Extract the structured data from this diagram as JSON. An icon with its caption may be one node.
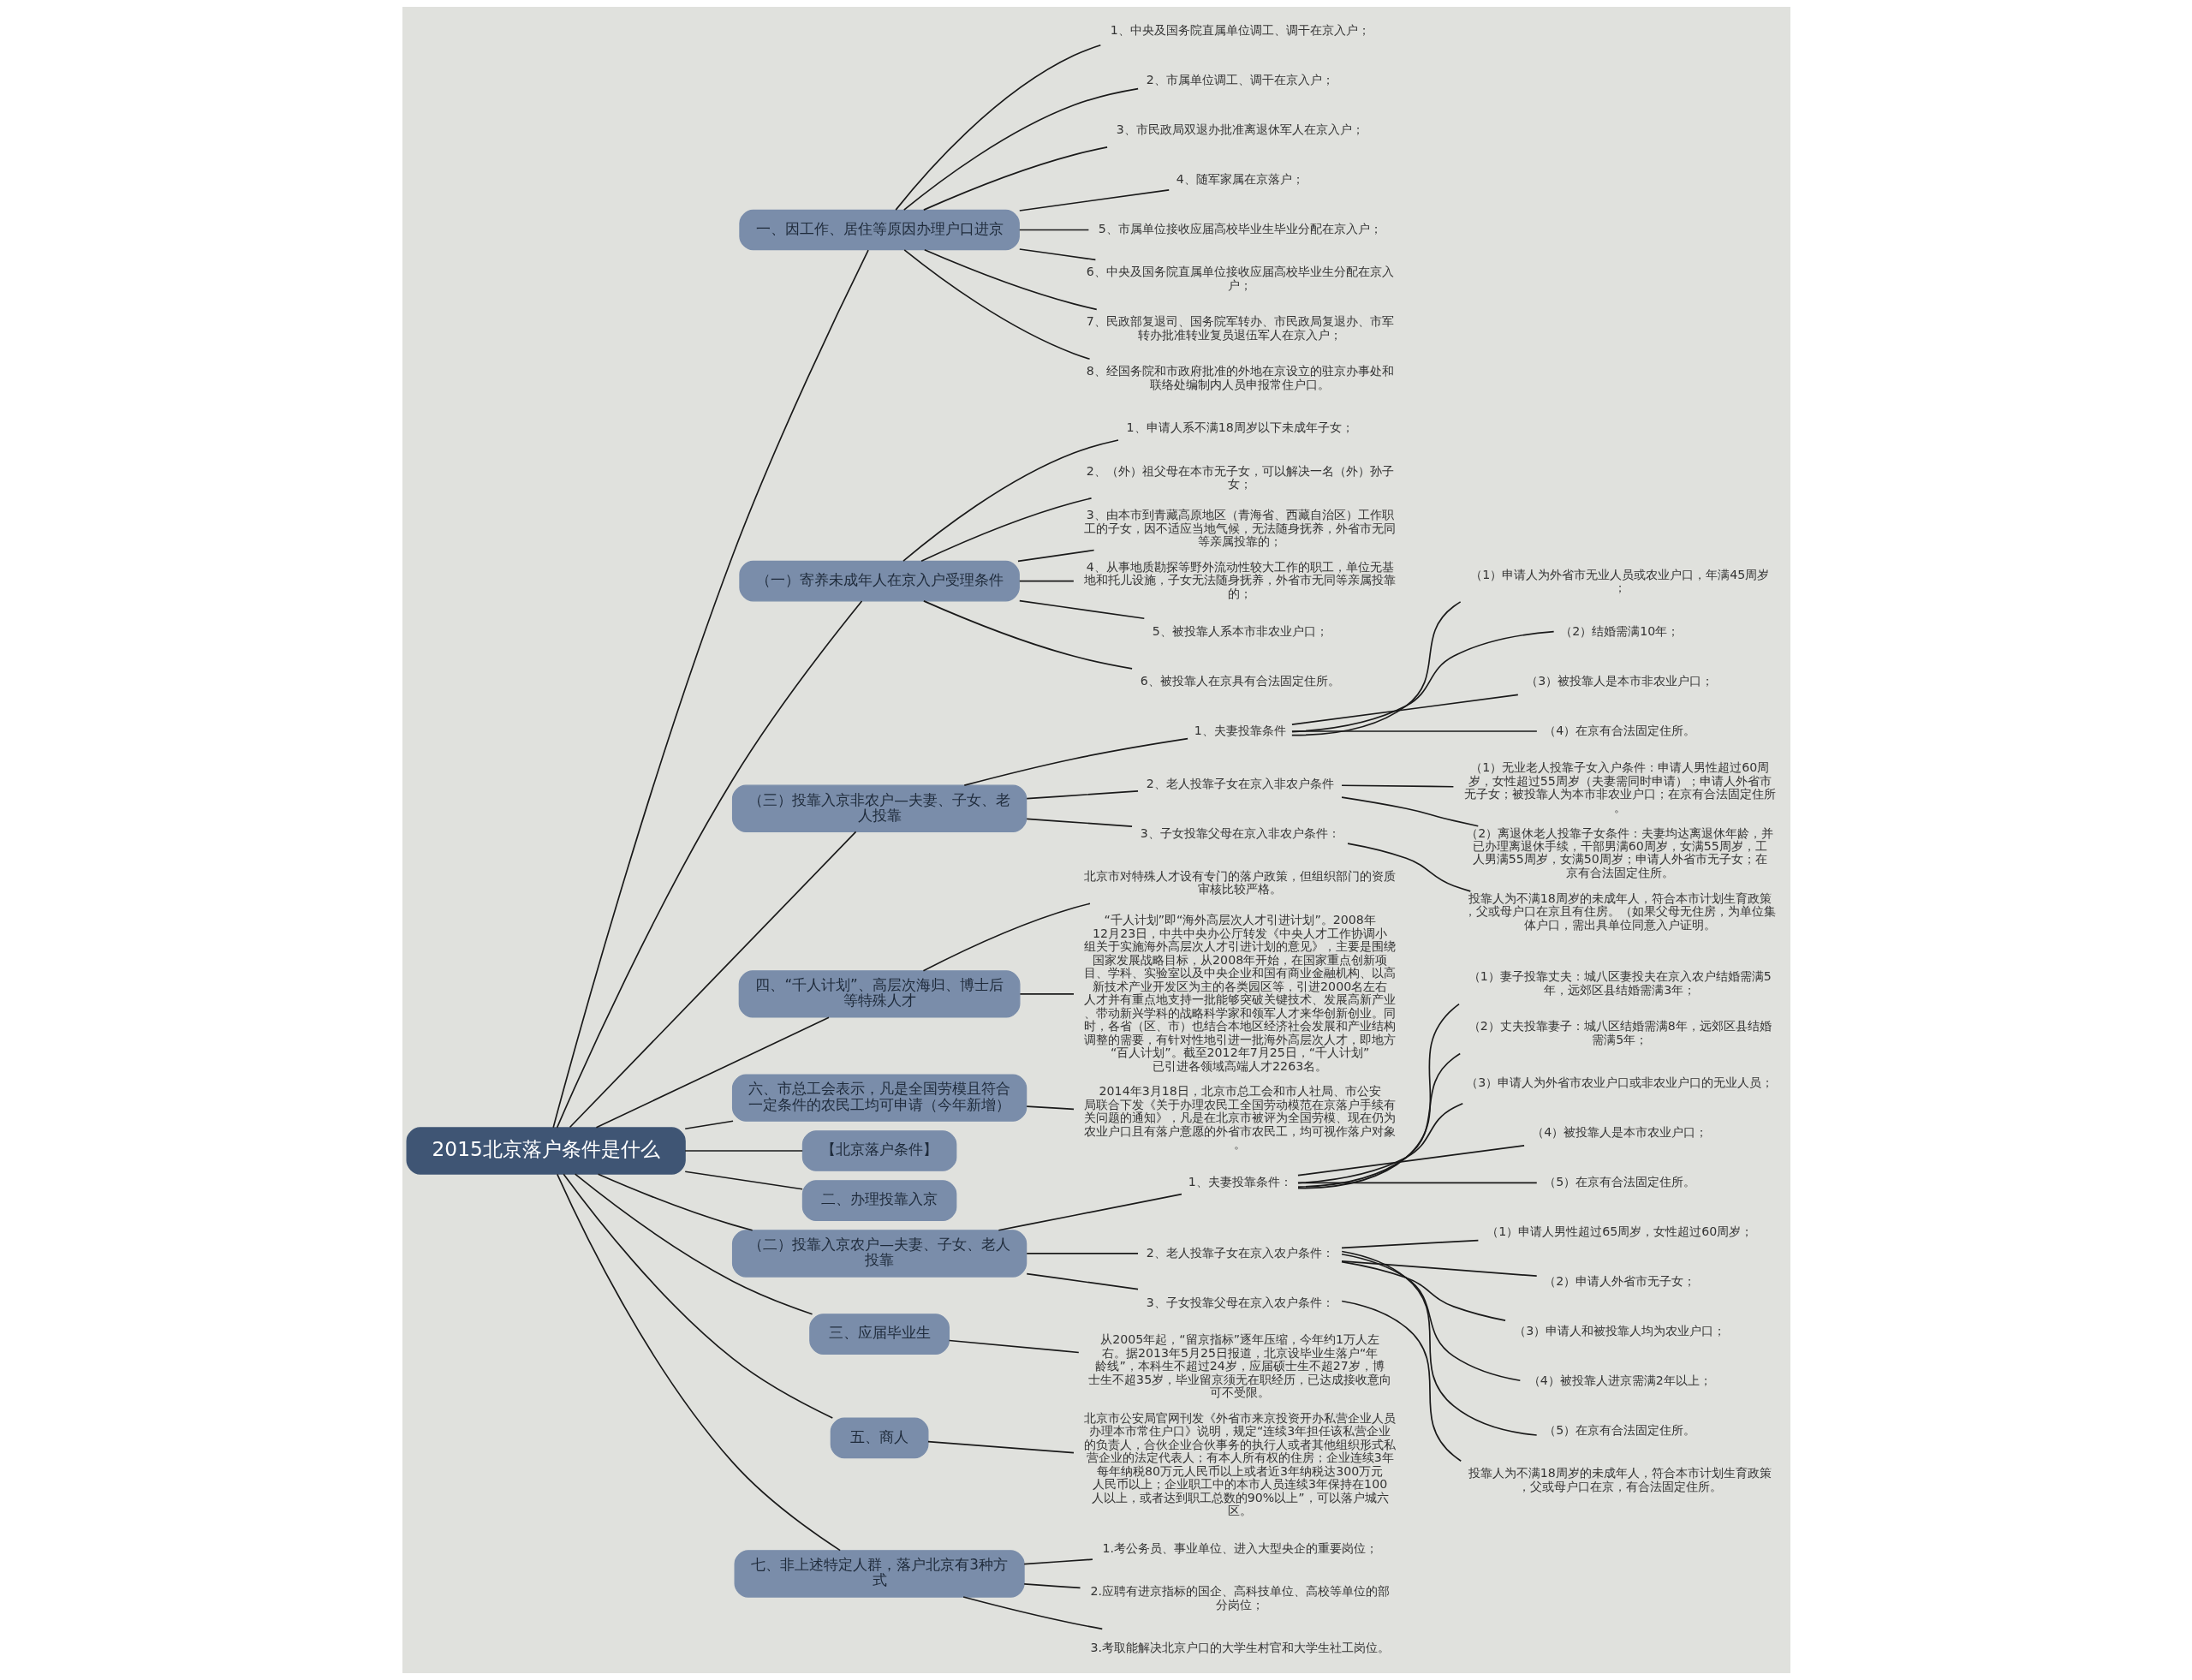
{
  "diagram": {
    "nodes": [
      {
        "text": [
          "2015北京落户条件是什么"
        ]
      },
      {
        "text": [
          "一、因工作、居住等原因办理户口进京"
        ]
      },
      {
        "text": [
          "1、中央及国务院直属单位调工、调干在京入户；"
        ]
      },
      {
        "text": [
          "2、市属单位调工、调干在京入户；"
        ]
      },
      {
        "text": [
          "3、市民政局双退办批准离退休军人在京入户；"
        ]
      },
      {
        "text": [
          "4、随军家属在京落户；"
        ]
      },
      {
        "text": [
          "5、市属单位接收应届高校毕业生毕业分配在京入户；"
        ]
      },
      {
        "text": [
          "6、中央及国务院直属单位接收应届高校毕业生分配在京入户；"
        ]
      },
      {
        "text": [
          "7、民政部复退司、国务院军转办、市民政局复退办、市军转办批准转业复员退伍军人在京入户；"
        ]
      },
      {
        "text": [
          "8、经国务院和市政府批准的外地在京设立的驻京办事处和联络处编制内人员申报常住户口。"
        ]
      },
      {
        "text": [
          "（一）寄养未成年人在京入户受理条件"
        ]
      },
      {
        "text": [
          "1、申请人系不满18周岁以下未成年子女；"
        ]
      },
      {
        "text": [
          "2、（外）祖父母在本市无子女，可以解决一名（外）孙子女；"
        ]
      },
      {
        "text": [
          "3、由本市到青藏高原地区（青海省、西藏自治区）工作职工的子女，因不适应当地气候，无法随身抚养，外省市无同等亲属投靠的；"
        ]
      },
      {
        "text": [
          "4、从事地质勘探等野外流动性较大工作的职工，单位无基地和托儿设施，子女无法随身抚养，外省市无同等亲属投靠的；"
        ]
      },
      {
        "text": [
          "5、被投靠人系本市非农业户口；"
        ]
      },
      {
        "text": [
          "6、被投靠人在京具有合法固定住所。"
        ]
      },
      {
        "text": [
          "（三）投靠入京非农户—夫妻、子女、老人投靠"
        ]
      },
      {
        "text": [
          "1、夫妻投靠条件"
        ]
      },
      {
        "text": [
          "（1）申请人为外省市无业人员或农业户口，年满45周岁；"
        ]
      },
      {
        "text": [
          "（2）结婚需满10年；"
        ]
      },
      {
        "text": [
          "（3）被投靠人是本市非农业户口；"
        ]
      },
      {
        "text": [
          "（4）在京有合法固定住所。"
        ]
      },
      {
        "text": [
          "2、老人投靠子女在京入非农户条件"
        ]
      },
      {
        "text": [
          "（1）无业老人投靠子女入户条件：申请人男性超过60周岁，女性超过55周岁（夫妻需同时申请）；申请人外省市无子女；被投靠人为本市非农业户口；在京有合法固定住所。"
        ]
      },
      {
        "text": [
          "（2）离退休老人投靠子女条件：夫妻均达离退休年龄，并已办理离退休手续，干部男满60周岁，女满55周岁，工人男满55周岁，女满50周岁；申请人外省市无子女；在京有合法固定住所。"
        ]
      },
      {
        "text": [
          "3、子女投靠父母在京入非农户条件："
        ]
      },
      {
        "text": [
          "投靠人为不满18周岁的未成年人，符合本市计划生育政策，父或母户口在京且有住房。（如果父母无住房，为单位集体户口，需出具单位同意入户证明。"
        ]
      },
      {
        "text": [
          "四、“千人计划”、高层次海归、博士后等特殊人才"
        ]
      },
      {
        "text": [
          "北京市对特殊人才设有专门的落户政策，但组织部门的资质审核比较严格。"
        ]
      },
      {
        "text": [
          "“千人计划”即“海外高层次人才引进计划”。2008年12月23日，中共中央办公厅转发《中央人才工作协调小组关于实施海外高层次人才引进计划的意见》，主要是围绕国家发展战略目标，从2008年开始，在国家重点创新项目、学科、实验室以及中央企业和国有商业金融机构、以高新技术产业开发区为主的各类园区等，引进2000名左右人才并有重点地支持一批能够突破关键技术、发展高新产业、带动新兴学科的战略科学家和领军人才来华创新创业。同时，各省（区、市）也结合本地区经济社会发展和产业结构调整的需要，有针对性地引进一批海外高层次人才，即地方“百人计划”。截至2012年7月25日，“千人计划”已引进各领域高端人才2263名。"
        ]
      },
      {
        "text": [
          "六、市总工会表示，凡是全国劳模且符合一定条件的农民工均可申请（今年新增）"
        ]
      },
      {
        "text": [
          "2014年3月18日，北京市总工会和市人社局、市公安局联合下发《关于办理农民工全国劳动模范在京落户手续有关问题的通知》，凡是在北京市被评为全国劳模、现在仍为农业户口且有落户意愿的外省市农民工，均可视作落户对象。"
        ]
      },
      {
        "text": [
          "【北京落户条件】"
        ]
      },
      {
        "text": [
          "二、办理投靠入京"
        ]
      },
      {
        "text": [
          "（二）投靠入京农户—夫妻、子女、老人投靠"
        ]
      },
      {
        "text": [
          "1、夫妻投靠条件："
        ]
      },
      {
        "text": [
          "（1）妻子投靠丈夫：城八区妻投夫在京入农户结婚需满5年，远郊区县结婚需满3年；"
        ]
      },
      {
        "text": [
          "（2）丈夫投靠妻子：城八区结婚需满8年，远郊区县结婚需满5年；"
        ]
      },
      {
        "text": [
          "（3）申请人为外省市农业户口或非农业户口的无业人员；"
        ]
      },
      {
        "text": [
          "（4）被投靠人是本市农业户口；"
        ]
      },
      {
        "text": [
          "（5）在京有合法固定住所。"
        ]
      },
      {
        "text": [
          "2、老人投靠子女在京入农户条件："
        ]
      },
      {
        "text": [
          "（1）申请人男性超过65周岁，女性超过60周岁；"
        ]
      },
      {
        "text": [
          "（2）申请人外省市无子女；"
        ]
      },
      {
        "text": [
          "（3）申请人和被投靠人均为农业户口；"
        ]
      },
      {
        "text": [
          "（4）被投靠人进京需满2年以上；"
        ]
      },
      {
        "text": [
          "（5）在京有合法固定住所。"
        ]
      },
      {
        "text": [
          "3、子女投靠父母在京入农户条件："
        ]
      },
      {
        "text": [
          "投靠人为不满18周岁的未成年人，符合本市计划生育政策，父或母户口在京，有合法固定住所。"
        ]
      },
      {
        "text": [
          "三、应届毕业生"
        ]
      },
      {
        "text": [
          "从2005年起，“留京指标”逐年压缩，今年约1万人左右。据2013年5月25日报道，北京设毕业生落户“年龄线”，本科生不超过24岁，应届硕士生不超27岁，博士生不超35岁，毕业留京须无在职经历，已达成接收意向可不受限。"
        ]
      },
      {
        "text": [
          "五、商人"
        ]
      },
      {
        "text": [
          "北京市公安局官网刊发《外省市来京投资开办私营企业人员办理本市常住户口》说明，规定“连续3年担任该私营企业的负责人，合伙企业合伙事务的执行人或者其他组织形式私营企业的法定代表人；有本人所有权的住房；企业连续3年每年纳税80万元人民币以上或者近3年纳税达300万元人民币以上；企业职工中的本市人员连续3年保持在100人以上，或者达到职工总数的90%以上”，可以落户城六区。"
        ]
      },
      {
        "text": [
          "七、非上述特定人群，落户北京有3种方式"
        ]
      },
      {
        "text": [
          "1.考公务员、事业单位、进入大型央企的重要岗位；"
        ]
      },
      {
        "text": [
          "2.应聘有进京指标的国企、高科技单位、高校等单位的部分岗位；"
        ]
      },
      {
        "text": [
          "3.考取能解决北京户口的大学生村官和大学生社工岗位。"
        ]
      }
    ],
    "edges": [
      {
        "from": 0,
        "to": 1,
        "arrow": "none"
      },
      {
        "from": 1,
        "to": 2,
        "arrow": "none"
      },
      {
        "from": 1,
        "to": 3,
        "arrow": "none"
      },
      {
        "from": 1,
        "to": 4,
        "arrow": "none"
      },
      {
        "from": 1,
        "to": 5,
        "arrow": "none"
      },
      {
        "from": 1,
        "to": 6,
        "arrow": "none"
      },
      {
        "from": 1,
        "to": 7,
        "arrow": "none"
      },
      {
        "from": 1,
        "to": 8,
        "arrow": "none"
      },
      {
        "from": 1,
        "to": 9,
        "arrow": "none"
      },
      {
        "from": 0,
        "to": 10,
        "arrow": "none"
      },
      {
        "from": 10,
        "to": 11,
        "arrow": "none"
      },
      {
        "from": 10,
        "to": 12,
        "arrow": "none"
      },
      {
        "from": 10,
        "to": 13,
        "arrow": "none"
      },
      {
        "from": 10,
        "to": 14,
        "arrow": "none"
      },
      {
        "from": 10,
        "to": 15,
        "arrow": "none"
      },
      {
        "from": 10,
        "to": 16,
        "arrow": "none"
      },
      {
        "from": 0,
        "to": 17,
        "arrow": "none"
      },
      {
        "from": 17,
        "to": 18,
        "arrow": "none"
      },
      {
        "from": 18,
        "to": 19,
        "arrow": "none"
      },
      {
        "from": 18,
        "to": 20,
        "arrow": "none"
      },
      {
        "from": 18,
        "to": 21,
        "arrow": "none"
      },
      {
        "from": 18,
        "to": 22,
        "arrow": "none"
      },
      {
        "from": 17,
        "to": 23,
        "arrow": "none"
      },
      {
        "from": 23,
        "to": 24,
        "arrow": "none"
      },
      {
        "from": 23,
        "to": 25,
        "arrow": "none"
      },
      {
        "from": 17,
        "to": 26,
        "arrow": "none"
      },
      {
        "from": 26,
        "to": 27,
        "arrow": "none"
      },
      {
        "from": 0,
        "to": 28,
        "arrow": "none"
      },
      {
        "from": 28,
        "to": 29,
        "arrow": "none"
      },
      {
        "from": 28,
        "to": 30,
        "arrow": "none"
      },
      {
        "from": 0,
        "to": 31,
        "arrow": "none"
      },
      {
        "from": 31,
        "to": 32,
        "arrow": "none"
      },
      {
        "from": 0,
        "to": 33,
        "arrow": "none"
      },
      {
        "from": 0,
        "to": 34,
        "arrow": "none"
      },
      {
        "from": 0,
        "to": 35,
        "arrow": "none"
      },
      {
        "from": 35,
        "to": 36,
        "arrow": "none"
      },
      {
        "from": 36,
        "to": 37,
        "arrow": "none"
      },
      {
        "from": 36,
        "to": 38,
        "arrow": "none"
      },
      {
        "from": 36,
        "to": 39,
        "arrow": "none"
      },
      {
        "from": 36,
        "to": 40,
        "arrow": "none"
      },
      {
        "from": 36,
        "to": 41,
        "arrow": "none"
      },
      {
        "from": 35,
        "to": 42,
        "arrow": "none"
      },
      {
        "from": 42,
        "to": 43,
        "arrow": "none"
      },
      {
        "from": 42,
        "to": 44,
        "arrow": "none"
      },
      {
        "from": 42,
        "to": 45,
        "arrow": "none"
      },
      {
        "from": 42,
        "to": 46,
        "arrow": "none"
      },
      {
        "from": 42,
        "to": 47,
        "arrow": "none"
      },
      {
        "from": 35,
        "to": 48,
        "arrow": "none"
      },
      {
        "from": 48,
        "to": 49,
        "arrow": "none"
      },
      {
        "from": 0,
        "to": 50,
        "arrow": "none"
      },
      {
        "from": 50,
        "to": 51,
        "arrow": "none"
      },
      {
        "from": 0,
        "to": 52,
        "arrow": "none"
      },
      {
        "from": 52,
        "to": 53,
        "arrow": "none"
      },
      {
        "from": 0,
        "to": 54,
        "arrow": "none"
      },
      {
        "from": 54,
        "to": 55,
        "arrow": "none"
      },
      {
        "from": 54,
        "to": 56,
        "arrow": "none"
      },
      {
        "from": 54,
        "to": 57,
        "arrow": "none"
      }
    ]
  }
}
